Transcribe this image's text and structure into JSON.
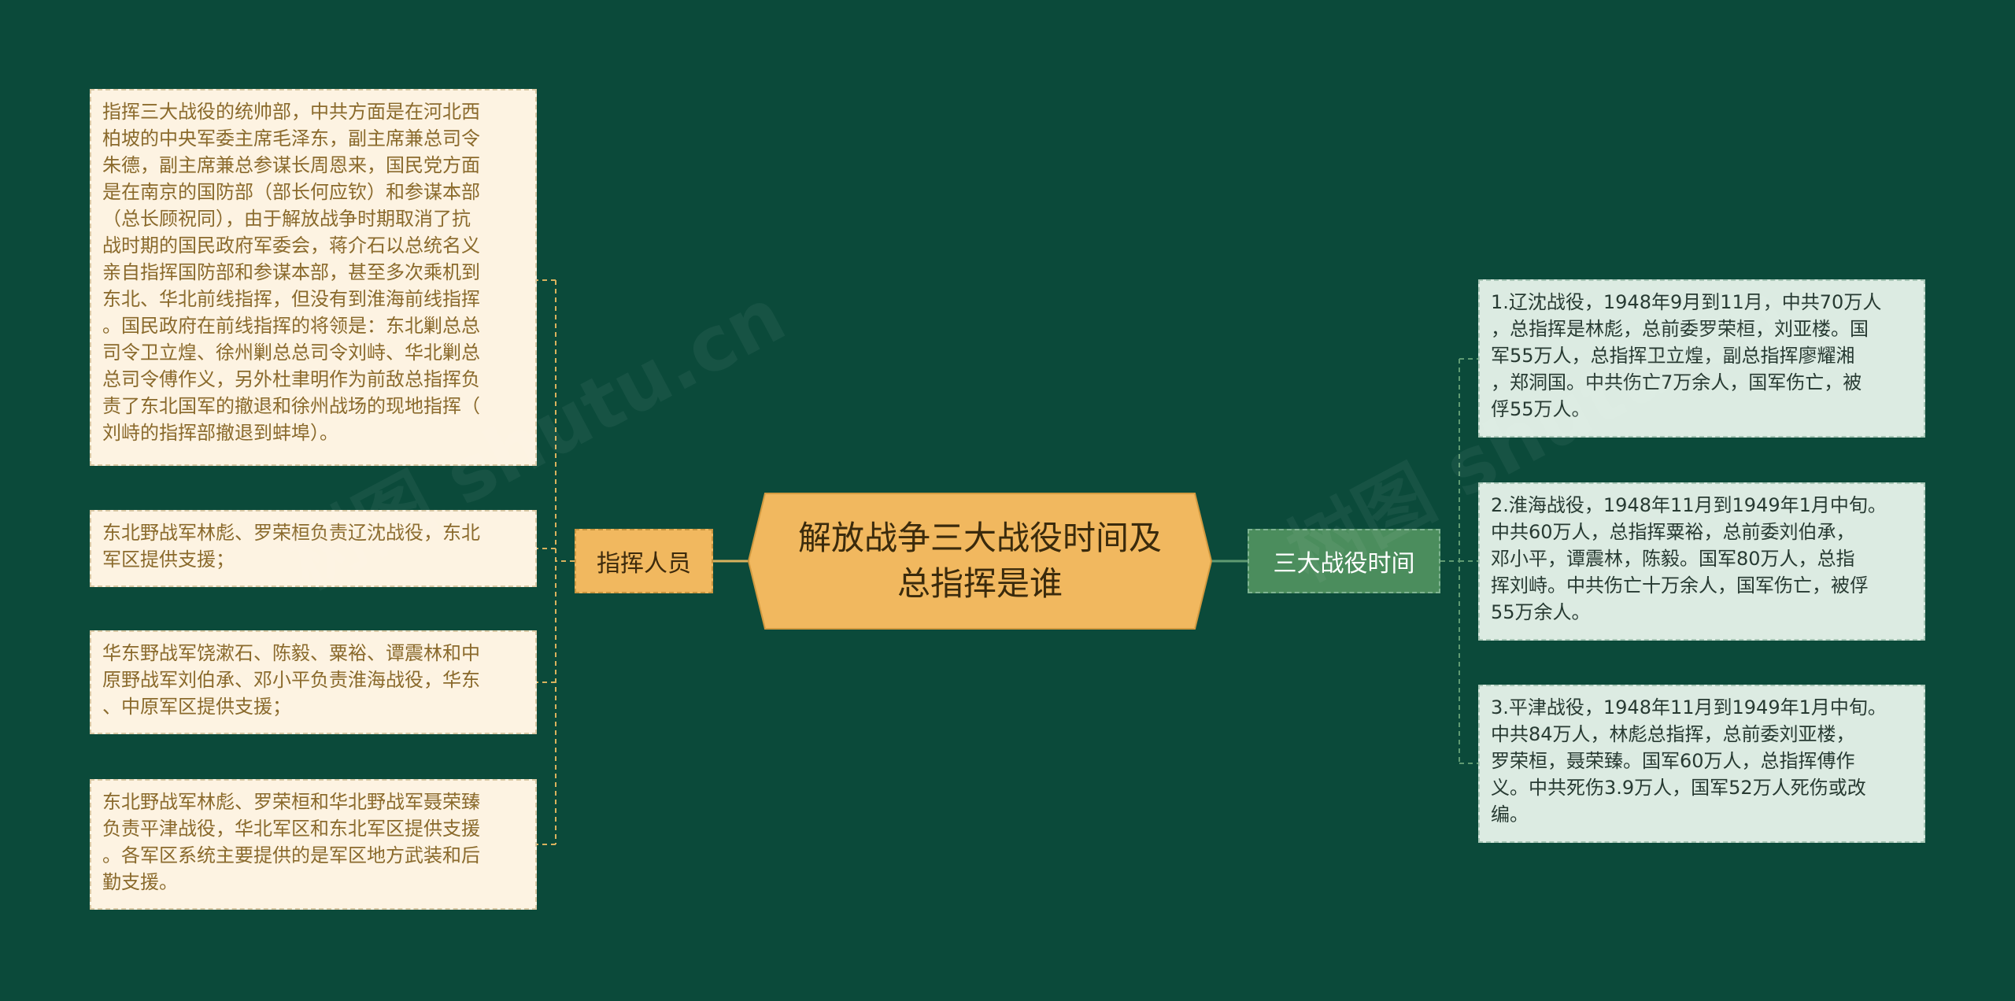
{
  "colors": {
    "background": "#0b4a3a",
    "central_fill": "#f1b85f",
    "left_branch_fill": "#f1b85f",
    "right_branch_fill": "#4b8d5d",
    "left_leaf_fill": "#fdf3e2",
    "right_leaf_fill": "#dcebe2",
    "left_connector": "#d9b25e",
    "right_connector": "#5f9a72"
  },
  "mindmap": {
    "central": "解放战争三大战役时间及\n总指挥是谁",
    "left_branch": {
      "label": "指挥人员",
      "leaves": [
        "指挥三大战役的统帅部，中共方面是在河北西\n柏坡的中央军委主席毛泽东，副主席兼总司令\n朱德，副主席兼总参谋长周恩来，国民党方面\n是在南京的国防部（部长何应钦）和参谋本部\n（总长顾祝同），由于解放战争时期取消了抗\n战时期的国民政府军委会，蒋介石以总统名义\n亲自指挥国防部和参谋本部，甚至多次乘机到\n东北、华北前线指挥，但没有到淮海前线指挥\n。国民政府在前线指挥的将领是：东北剿总总\n司令卫立煌、徐州剿总总司令刘峙、华北剿总\n总司令傅作义，另外杜聿明作为前敌总指挥负\n责了东北国军的撤退和徐州战场的现地指挥（\n刘峙的指挥部撤退到蚌埠）。",
        "东北野战军林彪、罗荣桓负责辽沈战役，东北\n军区提供支援；",
        "华东野战军饶漱石、陈毅、粟裕、谭震林和中\n原野战军刘伯承、邓小平负责淮海战役，华东\n、中原军区提供支援；",
        "东北野战军林彪、罗荣桓和华北野战军聂荣臻\n负责平津战役，华北军区和东北军区提供支援\n。各军区系统主要提供的是军区地方武装和后\n勤支援。"
      ]
    },
    "right_branch": {
      "label": "三大战役时间",
      "leaves": [
        "1.辽沈战役，1948年9月到11月，中共70万人\n，总指挥是林彪，总前委罗荣桓，刘亚楼。国\n军55万人，总指挥卫立煌，副总指挥廖耀湘\n，郑洞国。中共伤亡7万余人，国军伤亡，被\n俘55万人。",
        "2.淮海战役，1948年11月到1949年1月中旬。\n中共60万人，总指挥粟裕，总前委刘伯承，\n邓小平，谭震林，陈毅。国军80万人，总指\n挥刘峙。中共伤亡十万余人，国军伤亡，被俘\n55万余人。",
        "3.平津战役，1948年11月到1949年1月中旬。\n中共84万人，林彪总指挥，总前委刘亚楼，\n罗荣桓，聂荣臻。国军60万人，总指挥傅作\n义。中共死伤3.9万人，国军52万人死伤或改\n编。"
      ]
    }
  },
  "watermark": "树图 shutu.cn"
}
